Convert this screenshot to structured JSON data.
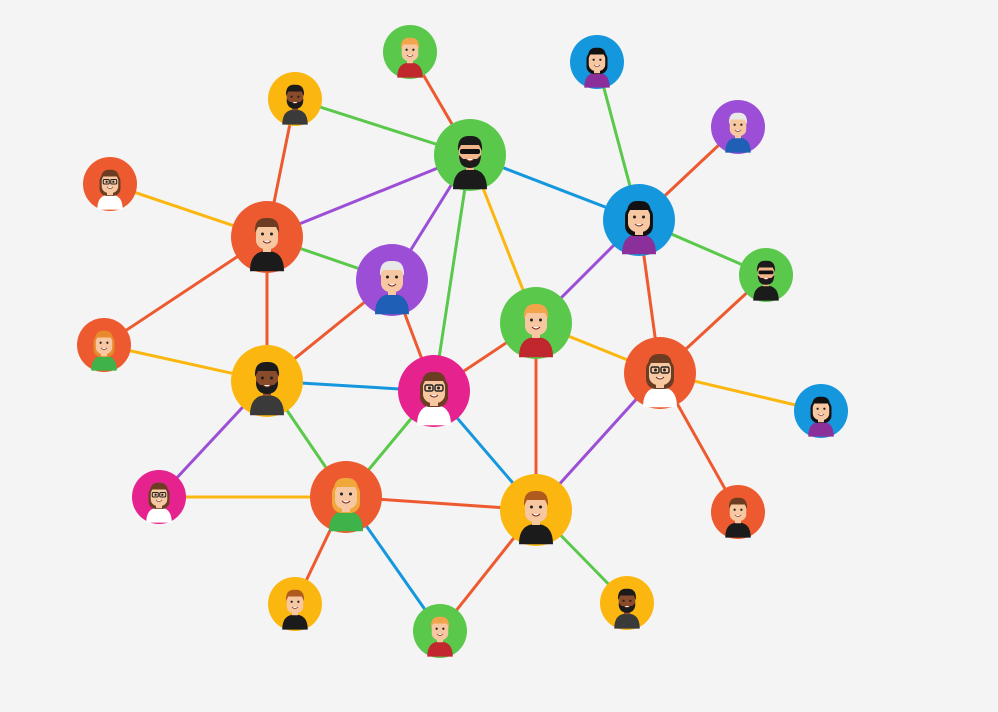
{
  "diagram": {
    "type": "social-network",
    "palette": {
      "green": "#5ac84a",
      "orange": "#f2f2f2",
      "red": "#ee5a2f",
      "yellow": "#fbb710",
      "blue": "#1597de",
      "purple": "#9c4fd6",
      "pink": "#e5228d",
      "background": "#f4f4f4"
    },
    "nodes": [
      {
        "id": "n1",
        "color": "#5ac84a",
        "icon": "man-blond-avatar-icon"
      },
      {
        "id": "n2",
        "color": "#1597de",
        "icon": "woman-black-hair-avatar-icon"
      },
      {
        "id": "n3",
        "color": "#fbb710",
        "icon": "man-beard-avatar-icon"
      },
      {
        "id": "n4",
        "color": "#5ac84a",
        "icon": "man-sunglasses-beard-avatar-icon"
      },
      {
        "id": "n5",
        "color": "#9c4fd6",
        "icon": "man-white-hair-avatar-icon"
      },
      {
        "id": "n6",
        "color": "#ee5a2f",
        "icon": "woman-glasses-avatar-icon"
      },
      {
        "id": "n7",
        "color": "#ee5a2f",
        "icon": "man-brown-hair-avatar-icon"
      },
      {
        "id": "n8",
        "color": "#1597de",
        "icon": "woman-black-hair-avatar-icon"
      },
      {
        "id": "n9",
        "color": "#9c4fd6",
        "icon": "man-white-hair-avatar-icon"
      },
      {
        "id": "n10",
        "color": "#5ac84a",
        "icon": "man-sunglasses-beard-avatar-icon"
      },
      {
        "id": "n11",
        "color": "#5ac84a",
        "icon": "man-ginger-avatar-icon"
      },
      {
        "id": "n12",
        "color": "#ee5a2f",
        "icon": "woman-ginger-avatar-icon"
      },
      {
        "id": "n13",
        "color": "#fbb710",
        "icon": "man-beard-avatar-icon"
      },
      {
        "id": "n14",
        "color": "#e5228d",
        "icon": "woman-glasses-avatar-icon"
      },
      {
        "id": "n15",
        "color": "#ee5a2f",
        "icon": "woman-glasses-avatar-icon"
      },
      {
        "id": "n16",
        "color": "#1597de",
        "icon": "woman-black-hair-avatar-icon"
      },
      {
        "id": "n17",
        "color": "#e5228d",
        "icon": "woman-glasses-avatar-icon"
      },
      {
        "id": "n18",
        "color": "#ee5a2f",
        "icon": "woman-blonde-avatar-icon"
      },
      {
        "id": "n19",
        "color": "#fbb710",
        "icon": "man-spiky-hair-avatar-icon"
      },
      {
        "id": "n20",
        "color": "#ee5a2f",
        "icon": "man-brown-hair-avatar-icon"
      },
      {
        "id": "n21",
        "color": "#fbb710",
        "icon": "man-spiky-hair-avatar-icon"
      },
      {
        "id": "n22",
        "color": "#5ac84a",
        "icon": "man-ginger-avatar-icon"
      },
      {
        "id": "n23",
        "color": "#fbb710",
        "icon": "man-beard-avatar-icon"
      }
    ],
    "edges": [
      {
        "from": "n1",
        "to": "n4",
        "color": "#ee5a2f"
      },
      {
        "from": "n3",
        "to": "n4",
        "color": "#5ac84a"
      },
      {
        "from": "n3",
        "to": "n7",
        "color": "#ee5a2f"
      },
      {
        "from": "n4",
        "to": "n7",
        "color": "#9c4fd6"
      },
      {
        "from": "n4",
        "to": "n9",
        "color": "#9c4fd6"
      },
      {
        "from": "n4",
        "to": "n14",
        "color": "#5ac84a"
      },
      {
        "from": "n4",
        "to": "n11",
        "color": "#fbb710"
      },
      {
        "from": "n4",
        "to": "n8",
        "color": "#1597de"
      },
      {
        "from": "n2",
        "to": "n8",
        "color": "#5ac84a"
      },
      {
        "from": "n5",
        "to": "n8",
        "color": "#ee5a2f"
      },
      {
        "from": "n6",
        "to": "n7",
        "color": "#fbb710"
      },
      {
        "from": "n7",
        "to": "n9",
        "color": "#5ac84a"
      },
      {
        "from": "n7",
        "to": "n12",
        "color": "#ee5a2f"
      },
      {
        "from": "n7",
        "to": "n13",
        "color": "#ee5a2f"
      },
      {
        "from": "n8",
        "to": "n10",
        "color": "#5ac84a"
      },
      {
        "from": "n8",
        "to": "n11",
        "color": "#9c4fd6"
      },
      {
        "from": "n8",
        "to": "n15",
        "color": "#ee5a2f"
      },
      {
        "from": "n9",
        "to": "n13",
        "color": "#ee5a2f"
      },
      {
        "from": "n9",
        "to": "n14",
        "color": "#ee5a2f"
      },
      {
        "from": "n10",
        "to": "n15",
        "color": "#ee5a2f"
      },
      {
        "from": "n11",
        "to": "n14",
        "color": "#ee5a2f"
      },
      {
        "from": "n11",
        "to": "n15",
        "color": "#fbb710"
      },
      {
        "from": "n11",
        "to": "n19",
        "color": "#ee5a2f"
      },
      {
        "from": "n12",
        "to": "n13",
        "color": "#fbb710"
      },
      {
        "from": "n13",
        "to": "n14",
        "color": "#1597de"
      },
      {
        "from": "n13",
        "to": "n17",
        "color": "#9c4fd6"
      },
      {
        "from": "n13",
        "to": "n18",
        "color": "#5ac84a"
      },
      {
        "from": "n14",
        "to": "n18",
        "color": "#5ac84a"
      },
      {
        "from": "n14",
        "to": "n19",
        "color": "#1597de"
      },
      {
        "from": "n15",
        "to": "n16",
        "color": "#fbb710"
      },
      {
        "from": "n15",
        "to": "n19",
        "color": "#9c4fd6"
      },
      {
        "from": "n15",
        "to": "n20",
        "color": "#ee5a2f"
      },
      {
        "from": "n17",
        "to": "n18",
        "color": "#fbb710"
      },
      {
        "from": "n18",
        "to": "n19",
        "color": "#ee5a2f"
      },
      {
        "from": "n18",
        "to": "n21",
        "color": "#ee5a2f"
      },
      {
        "from": "n18",
        "to": "n22",
        "color": "#1597de"
      },
      {
        "from": "n19",
        "to": "n22",
        "color": "#ee5a2f"
      },
      {
        "from": "n19",
        "to": "n23",
        "color": "#5ac84a"
      }
    ]
  }
}
